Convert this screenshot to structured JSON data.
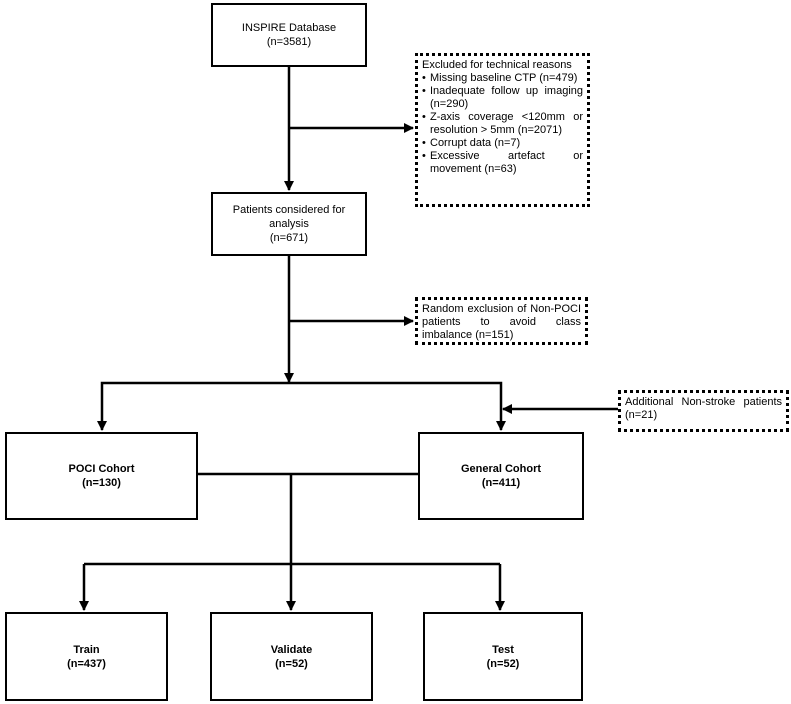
{
  "nodes": {
    "inspire": {
      "title": "INSPIRE Database",
      "count": "(n=3581)"
    },
    "considered": {
      "line1": "Patients considered for",
      "line2": "analysis",
      "count": "(n=671)"
    },
    "poci": {
      "title": "POCI Cohort",
      "count": "(n=130)"
    },
    "general": {
      "title": "General Cohort",
      "count": "(n=411)"
    },
    "train": {
      "title": "Train",
      "count": "(n=437)"
    },
    "validate": {
      "title": "Validate",
      "count": "(n=52)"
    },
    "test": {
      "title": "Test",
      "count": "(n=52)"
    }
  },
  "exclusions": {
    "technical": {
      "heading": "Excluded for technical reasons",
      "items": [
        "Missing baseline CTP (n=479)",
        "Inadequate follow up imaging (n=290)",
        "Z-axis coverage <120mm or resolution > 5mm (n=2071)",
        "Corrupt data (n=7)",
        "Excessive artefact or movement (n=63)"
      ]
    },
    "random": "Random exclusion of Non-POCI patients to avoid class imbalance (n=151)",
    "additional": "Additional Non-stroke patients (n=21)"
  },
  "colors": {
    "line": "#000000",
    "background": "#ffffff"
  }
}
